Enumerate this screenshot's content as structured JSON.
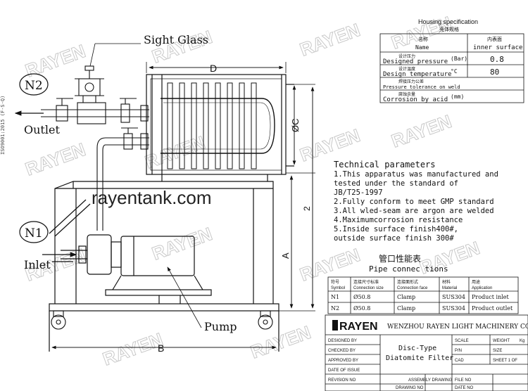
{
  "watermark": {
    "brand": "RAYEN",
    "url": "rayentank.com"
  },
  "side_text": "ISO9001:2015 (F-S-Q)",
  "labels": {
    "sight_glass": "Sight Glass",
    "n2": "N2",
    "outlet": "Outlet",
    "n1": "N1",
    "inlet": "Inlet",
    "pump": "Pump",
    "dim_d": "D",
    "dim_c": "ØC",
    "dim_a": "A",
    "dim_b": "B",
    "dim_2": "2"
  },
  "housing_spec": {
    "title": "Housing specification",
    "title_cn": "壳体规格",
    "header": {
      "name_cn": "名称",
      "name": "Name",
      "value_cn": "内表面",
      "value": "inner surface"
    },
    "rows": [
      {
        "cn": "设计压力",
        "name": "Designed pressure",
        "unit": "(Bar)",
        "value": "0.8"
      },
      {
        "cn": "设计温度",
        "name": "Design temperature",
        "unit": "°C",
        "value": "80"
      },
      {
        "cn": "焊接压力公差",
        "name": "Pressure tolerance on weld",
        "unit": "",
        "value": ""
      },
      {
        "cn": "腐蚀余量",
        "name": "Corrosion by acid",
        "unit": "(mm)",
        "value": ""
      }
    ]
  },
  "technical": {
    "title": "Technical parameters",
    "lines": [
      "1.This apparatus was manufactured and",
      "  tested under the standard of",
      "  JB/T25-1997",
      "2.Fully conform to meet GMP standard",
      "3.All wled-seam are argon are welded",
      "4.Maximumcorrosion resistance",
      "5.Inside surface finish400#,",
      "  outside surface finish 300#"
    ]
  },
  "pipe_table": {
    "title_cn": "管口性能表",
    "title": "Pipe connec tions",
    "headers": [
      {
        "cn": "符号",
        "en": "Symbol"
      },
      {
        "cn": "连接尺寸标准",
        "en": "Connection size"
      },
      {
        "cn": "连接面形式",
        "en": "Connection face"
      },
      {
        "cn": "材料",
        "en": "Material"
      },
      {
        "cn": "用途",
        "en": "Application"
      }
    ],
    "rows": [
      [
        "N1",
        "Ø50.8",
        "Clamp",
        "SUS304",
        "Product inlet"
      ],
      [
        "N2",
        "Ø50.8",
        "Clamp",
        "SUS304",
        "Product outlet"
      ]
    ]
  },
  "title_block": {
    "logo": "RAYEN",
    "company": "WENZHOU RAYEN LIGHT MACHINERY CO.,LTD",
    "designed_by": "DESIGNED BY",
    "checked_by": "CHECKED BY",
    "approved_by": "APPROVED BY",
    "date_of_issue": "DATE OF ISSUE",
    "revision_no": "REVISION NO",
    "drawing_title_1": "Disc-Type",
    "drawing_title_2": "Diatomite Filter",
    "scale": "SCALE",
    "weight": "WEIGHT",
    "weight_unit": "Kg",
    "pn": "P/N",
    "size": "SIZE",
    "cad": "CAD",
    "sheet": "SHEET 1 OF",
    "assembly_drawing": "ASSEMBLY DRAWING",
    "file_no": "FILE NO",
    "drawing_no": "DRAWING NO",
    "date_no": "DATE NO"
  }
}
